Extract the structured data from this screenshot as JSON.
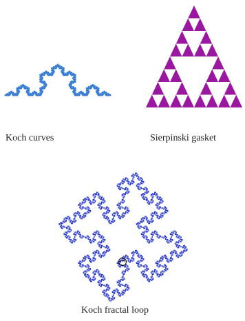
{
  "figures": {
    "koch_curve": {
      "caption": "Koch curves",
      "color": "#3b7fd4",
      "iterations": 4
    },
    "sierpinski": {
      "caption": "Sierpinski gasket",
      "color": "#9a179f",
      "iterations": 3
    },
    "koch_loop": {
      "caption": "Koch fractal loop",
      "color": "#2233cc",
      "iterations": 3
    }
  }
}
